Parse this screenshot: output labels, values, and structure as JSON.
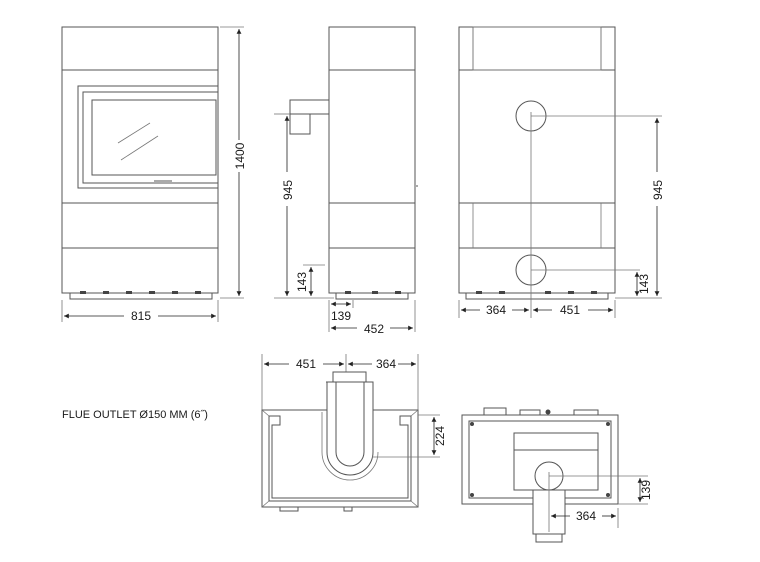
{
  "note": "FLUE OUTLET Ø150 MM (6˝)",
  "dimensions": {
    "front_height": "1400",
    "front_width": "815",
    "side_outlet_height": "945",
    "side_bottom_height": "143",
    "side_offset": "139",
    "side_depth": "452",
    "back_outlet_height": "945",
    "back_bottom_height": "143",
    "back_left": "364",
    "back_right": "451",
    "top_left": "451",
    "top_right": "364",
    "top_depth": "224",
    "bottom_depth": "139",
    "bottom_width": "364"
  },
  "colors": {
    "line": "#555555",
    "dimension": "#222222"
  }
}
